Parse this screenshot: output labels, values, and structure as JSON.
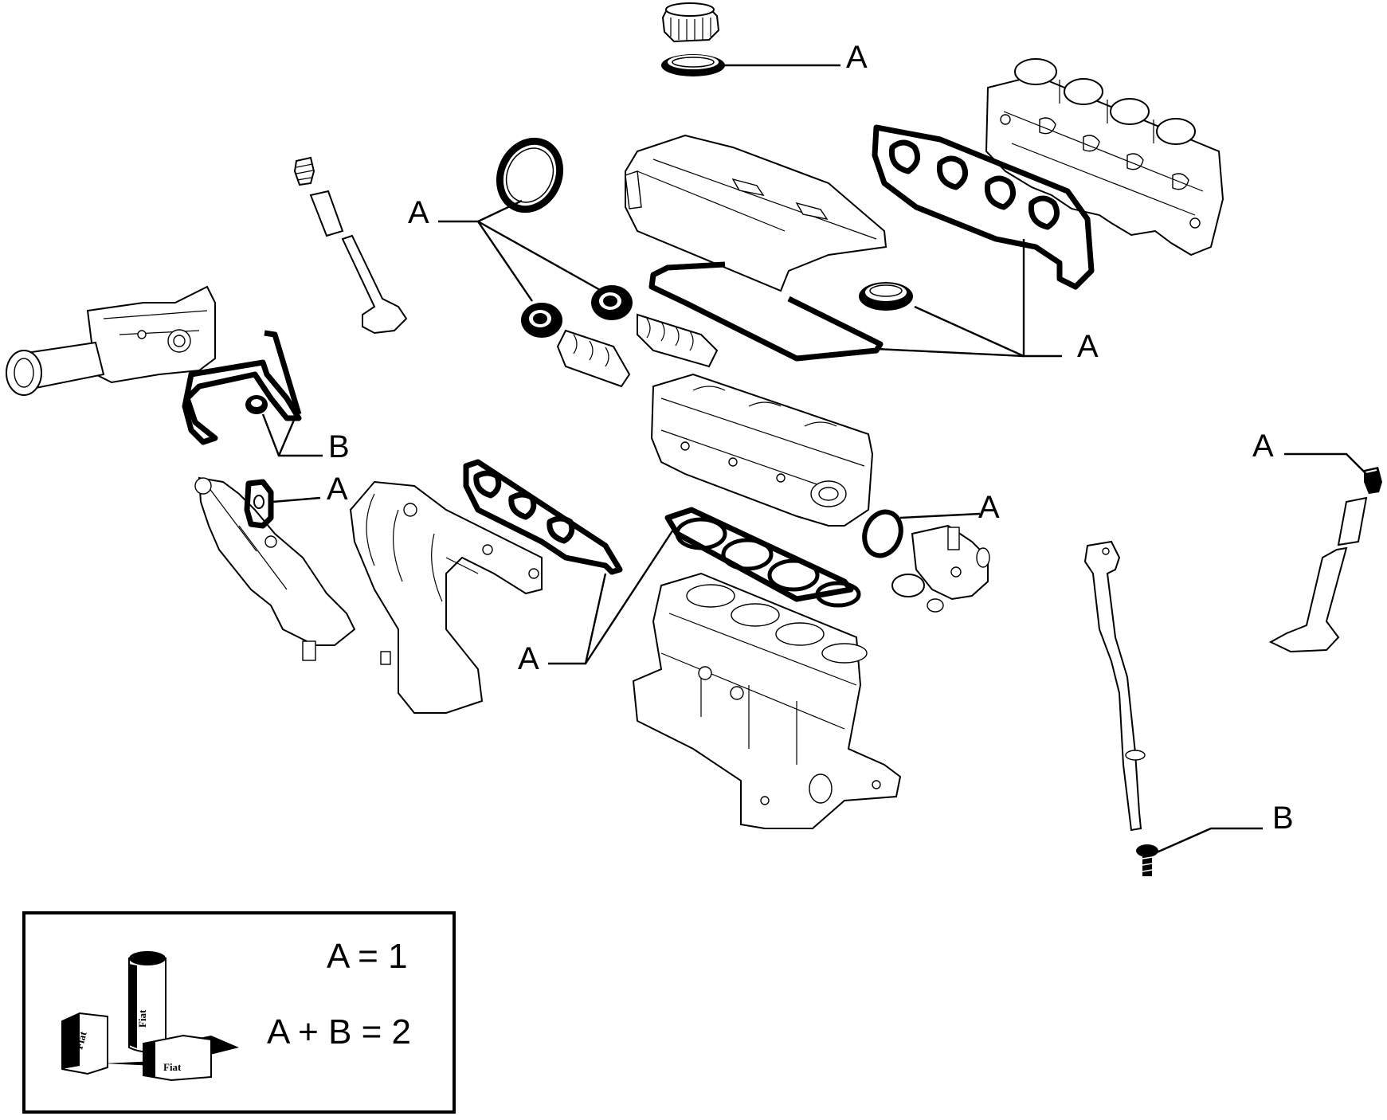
{
  "callouts": {
    "oil_cap_seal": "A",
    "front_seal_top": "A",
    "right_seals": "A",
    "timing_cover": "B",
    "water_pipe_gasket": "A",
    "thermostat_ring": "A",
    "exhaust_head_gaskets": "A",
    "valve_seal_right": "A",
    "dipstick_bolt": "B"
  },
  "legend": {
    "line1": "A = 1",
    "line2": "A + B = 2",
    "brand_1": "Fiat",
    "brand_2": "Fiat",
    "brand_3": "Fiat"
  }
}
